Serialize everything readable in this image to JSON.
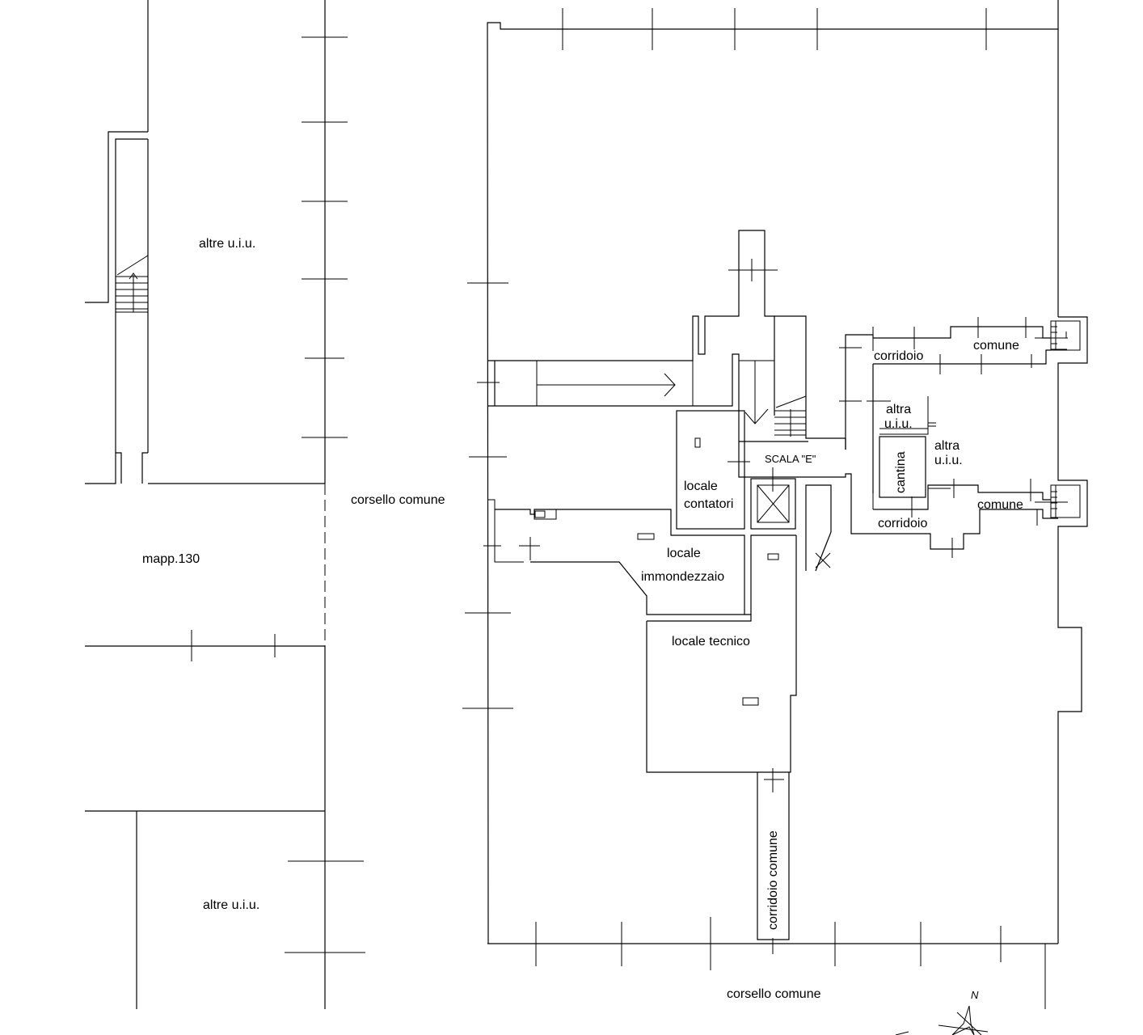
{
  "plan": {
    "labels": {
      "altre_uiu_top": "altre u.i.u.",
      "altre_uiu_bottom": "altre u.i.u.",
      "corsello_comune_mid": "corsello comune",
      "corsello_comune_bottom": "corsello comune",
      "mapp": "mapp.130",
      "corridoio_top": "corridoio",
      "comune_top": "comune",
      "altra_uiu_1_a": "altra",
      "altra_uiu_1_b": "u.i.u.",
      "altra_uiu_2_a": "altra",
      "altra_uiu_2_b": "u.i.u.",
      "cantina": "cantina",
      "scala": "SCALA \"E\"",
      "locale_contatori_a": "locale",
      "locale_contatori_b": "contatori",
      "comune_bottom": "comune",
      "corridoio_bottom": "corridoio",
      "locale_immondezzaio_a": "locale",
      "locale_immondezzaio_b": "immondezzaio",
      "locale_tecnico": "locale tecnico",
      "corridoio_comune": "corridoio comune",
      "north": "N"
    },
    "icons": [
      "north-arrow-icon",
      "stair-arrow-icon",
      "elevator-icon"
    ]
  }
}
